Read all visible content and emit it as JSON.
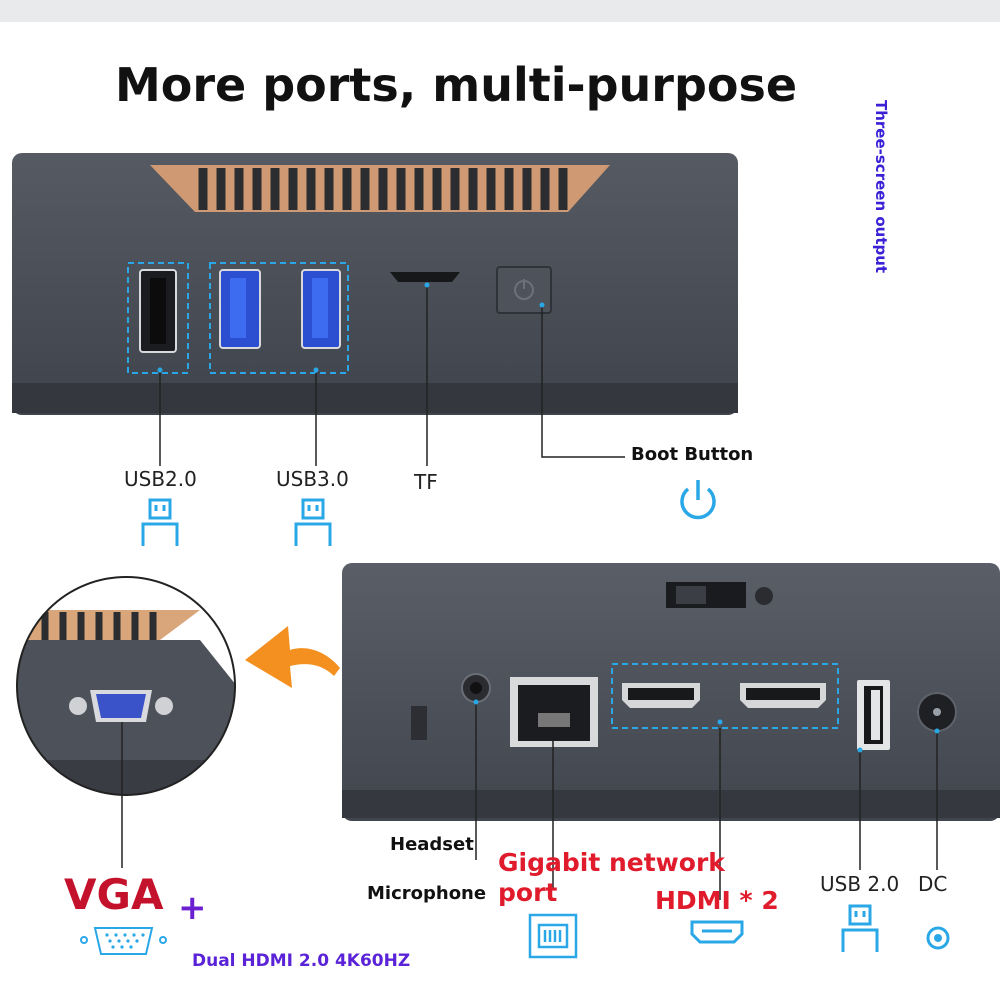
{
  "title": "More ports, multi-purpose",
  "side_note": "Three-screen output",
  "front_labels": {
    "usb20": "USB2.0",
    "usb30": "USB3.0",
    "tf": "TF",
    "boot": "Boot Button"
  },
  "rear_labels": {
    "headset": "Headset",
    "microphone": "Microphone",
    "gigabit_line1": "Gigabit network",
    "gigabit_line2": "port",
    "hdmi": "HDMI * 2",
    "usb20": "USB 2.0",
    "dc": "DC"
  },
  "vga": {
    "label": "VGA",
    "plus": "+",
    "dual_hdmi": "Dual HDMI 2.0 4K60HZ"
  },
  "colors": {
    "accent_blue": "#2aa7e6",
    "chassis": "#4a4e57",
    "heatsink": "#d9a57a",
    "arrow": "#f39020"
  }
}
